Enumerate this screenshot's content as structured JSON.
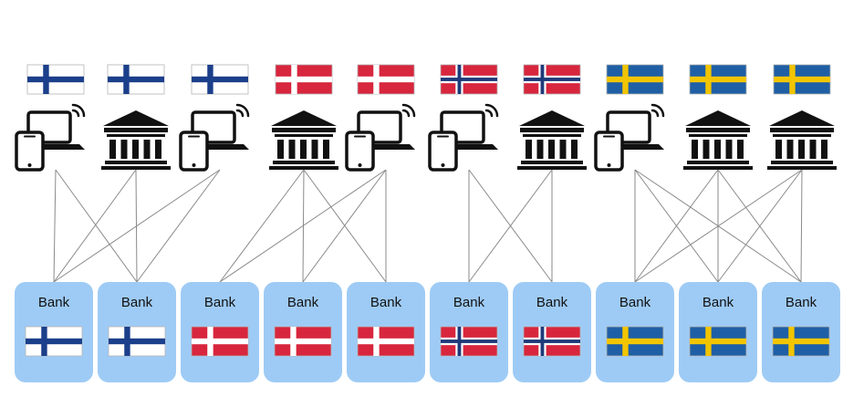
{
  "colors": {
    "bank_box": "#9ecbf5",
    "connector": "#8a8a8a",
    "icon": "#111111",
    "flags": {
      "finland": {
        "base": "#ffffff",
        "cross": "#1b3f8a"
      },
      "denmark": {
        "base": "#d7263d",
        "cross": "#ffffff"
      },
      "norway": {
        "base": "#d7263d",
        "cross": "#ffffff",
        "inner": "#1f3a7a"
      },
      "sweden": {
        "base": "#1f5fa5",
        "cross": "#f2c500"
      }
    }
  },
  "entities": [
    {
      "country": "finland",
      "kind": "device-icon"
    },
    {
      "country": "finland",
      "kind": "bank-building-icon"
    },
    {
      "country": "finland",
      "kind": "device-icon"
    },
    {
      "country": "denmark",
      "kind": "bank-building-icon"
    },
    {
      "country": "denmark",
      "kind": "device-icon"
    },
    {
      "country": "norway",
      "kind": "device-icon"
    },
    {
      "country": "norway",
      "kind": "bank-building-icon"
    },
    {
      "country": "sweden",
      "kind": "device-icon"
    },
    {
      "country": "sweden",
      "kind": "bank-building-icon"
    },
    {
      "country": "sweden",
      "kind": "bank-building-icon"
    }
  ],
  "banks": [
    {
      "label": "Bank",
      "country": "finland"
    },
    {
      "label": "Bank",
      "country": "finland"
    },
    {
      "label": "Bank",
      "country": "denmark"
    },
    {
      "label": "Bank",
      "country": "denmark"
    },
    {
      "label": "Bank",
      "country": "denmark"
    },
    {
      "label": "Bank",
      "country": "norway"
    },
    {
      "label": "Bank",
      "country": "norway"
    },
    {
      "label": "Bank",
      "country": "sweden"
    },
    {
      "label": "Bank",
      "country": "sweden"
    },
    {
      "label": "Bank",
      "country": "sweden"
    }
  ],
  "connections": [
    [
      0,
      0
    ],
    [
      0,
      1
    ],
    [
      1,
      0
    ],
    [
      1,
      1
    ],
    [
      2,
      0
    ],
    [
      2,
      1
    ],
    [
      3,
      2
    ],
    [
      3,
      3
    ],
    [
      3,
      4
    ],
    [
      4,
      2
    ],
    [
      4,
      3
    ],
    [
      4,
      4
    ],
    [
      5,
      5
    ],
    [
      5,
      6
    ],
    [
      6,
      5
    ],
    [
      6,
      6
    ],
    [
      7,
      7
    ],
    [
      7,
      8
    ],
    [
      7,
      9
    ],
    [
      8,
      7
    ],
    [
      8,
      8
    ],
    [
      8,
      9
    ],
    [
      9,
      7
    ],
    [
      9,
      8
    ],
    [
      9,
      9
    ]
  ]
}
